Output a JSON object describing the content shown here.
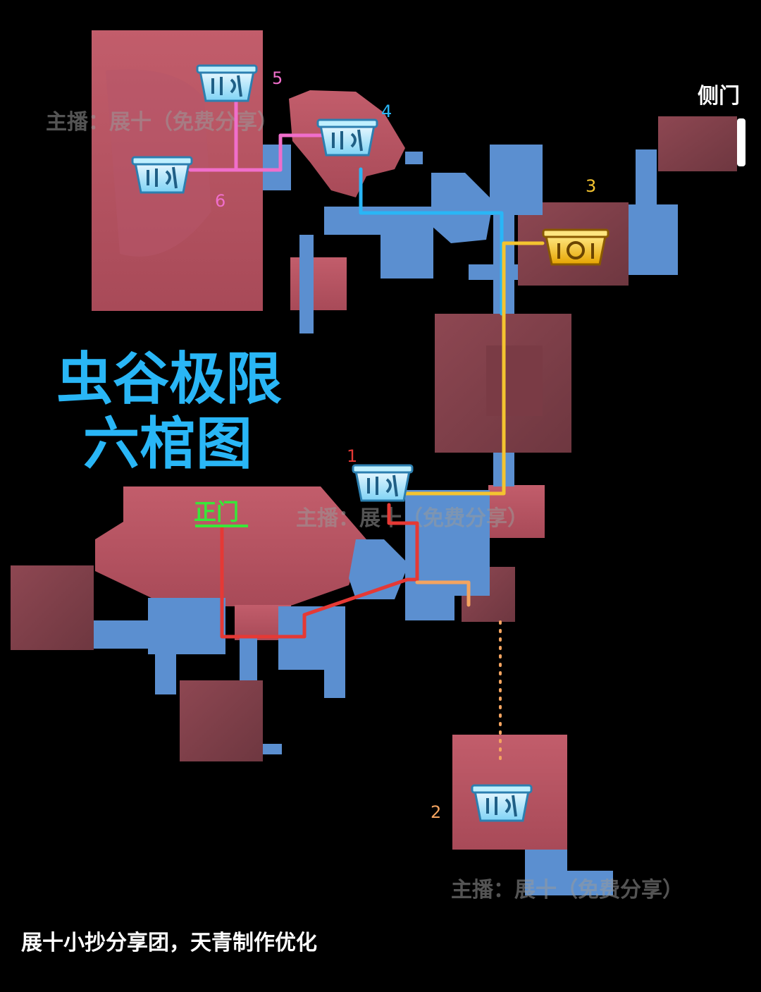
{
  "map": {
    "title_line1": "虫谷极限",
    "title_line2": "六棺图",
    "main_gate_label": "正门",
    "side_gate_label": "侧门",
    "credit": "展十小抄分享团，天青制作优化",
    "watermarks": [
      "主播：展十（免费分享）",
      "主播：展十（免费分享）",
      "主播：展十（免费分享）"
    ],
    "coffins": [
      {
        "number": "1",
        "color": "#e53935",
        "kind": "ice"
      },
      {
        "number": "2",
        "color": "#f4a460",
        "kind": "ice"
      },
      {
        "number": "3",
        "color": "#f4c430",
        "kind": "gold"
      },
      {
        "number": "4",
        "color": "#29b6f6",
        "kind": "ice"
      },
      {
        "number": "5",
        "color": "#f06ecb",
        "kind": "ice"
      },
      {
        "number": "6",
        "color": "#f06ecb",
        "kind": "ice"
      }
    ],
    "colors": {
      "title": "#29b6f6",
      "main_gate": "#39e639",
      "room_red": "#b4525f",
      "corridor_blue": "#5b8fd0",
      "path_red": "#e53935",
      "path_orange": "#f4a460",
      "path_yellow": "#f4c430",
      "path_blue": "#29b6f6",
      "path_pink": "#f06ecb"
    }
  }
}
